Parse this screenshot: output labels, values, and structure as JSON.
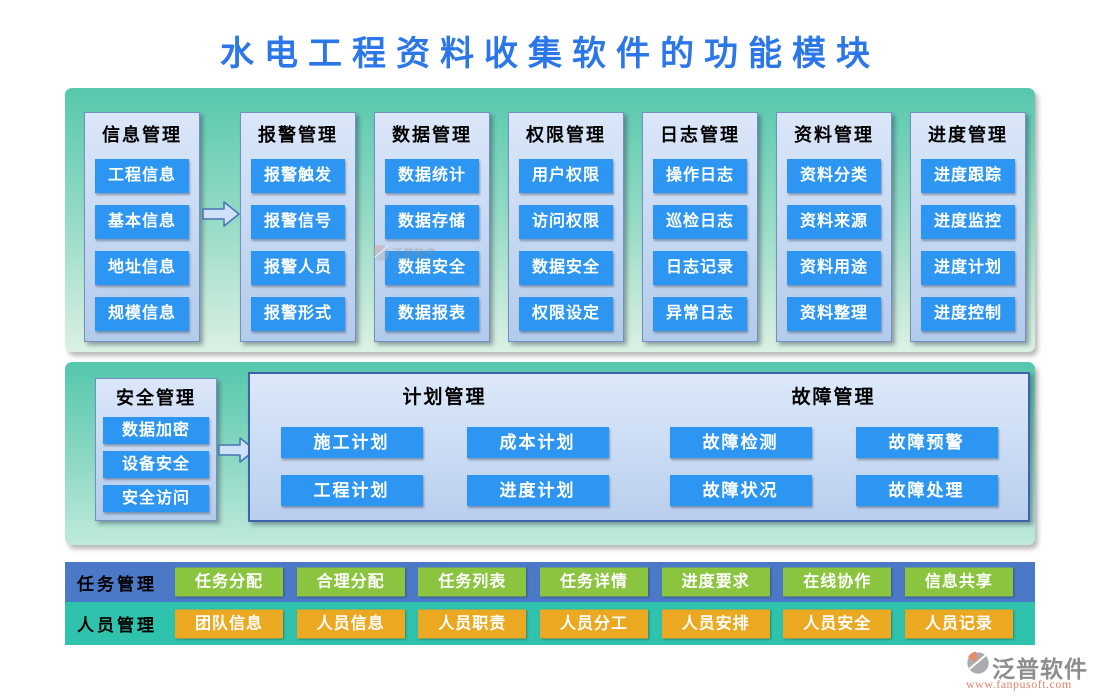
{
  "title": "水电工程资料收集软件的功能模块",
  "colors": {
    "title_text": "#2b76e8",
    "section_teal_top": "#57c8ae",
    "section_teal_bottom": "#dcf0e3",
    "card_bg": "#c5d8f1",
    "card_border": "#7290c2",
    "module_button": "#2d96f3",
    "task_band": "#4b79c7",
    "task_button": "#8bc53f",
    "person_band": "#2fc2ad",
    "person_button": "#eba821",
    "brand_name_color": "#8d8d8d",
    "brand_url_color": "#e2856c"
  },
  "top_modules": [
    {
      "name": "信息管理",
      "items": [
        "工程信息",
        "基本信息",
        "地址信息",
        "规模信息"
      ]
    },
    {
      "name": "报警管理",
      "items": [
        "报警触发",
        "报警信号",
        "报警人员",
        "报警形式"
      ]
    },
    {
      "name": "数据管理",
      "items": [
        "数据统计",
        "数据存储",
        "数据安全",
        "数据报表"
      ]
    },
    {
      "name": "权限管理",
      "items": [
        "用户权限",
        "访问权限",
        "数据安全",
        "权限设定"
      ]
    },
    {
      "name": "日志管理",
      "items": [
        "操作日志",
        "巡检日志",
        "日志记录",
        "异常日志"
      ]
    },
    {
      "name": "资料管理",
      "items": [
        "资料分类",
        "资料来源",
        "资料用途",
        "资料整理"
      ]
    },
    {
      "name": "进度管理",
      "items": [
        "进度跟踪",
        "进度监控",
        "进度计划",
        "进度控制"
      ]
    }
  ],
  "middle": {
    "security": {
      "name": "安全管理",
      "items": [
        "数据加密",
        "设备安全",
        "安全访问"
      ]
    },
    "plan": {
      "name": "计划管理",
      "items": [
        "施工计划",
        "成本计划",
        "工程计划",
        "进度计划"
      ]
    },
    "fault": {
      "name": "故障管理",
      "items": [
        "故障检测",
        "故障预警",
        "故障状况",
        "故障处理"
      ]
    }
  },
  "bands": [
    {
      "name": "任务管理",
      "items": [
        "任务分配",
        "合理分配",
        "任务列表",
        "任务详情",
        "进度要求",
        "在线协作",
        "信息共享"
      ]
    },
    {
      "name": "人员管理",
      "items": [
        "团队信息",
        "人员信息",
        "人员职责",
        "人员分工",
        "人员安排",
        "人员安全",
        "人员记录"
      ]
    }
  ],
  "footer": {
    "brand": "泛普软件",
    "url": "www.fanpusoft.com"
  }
}
